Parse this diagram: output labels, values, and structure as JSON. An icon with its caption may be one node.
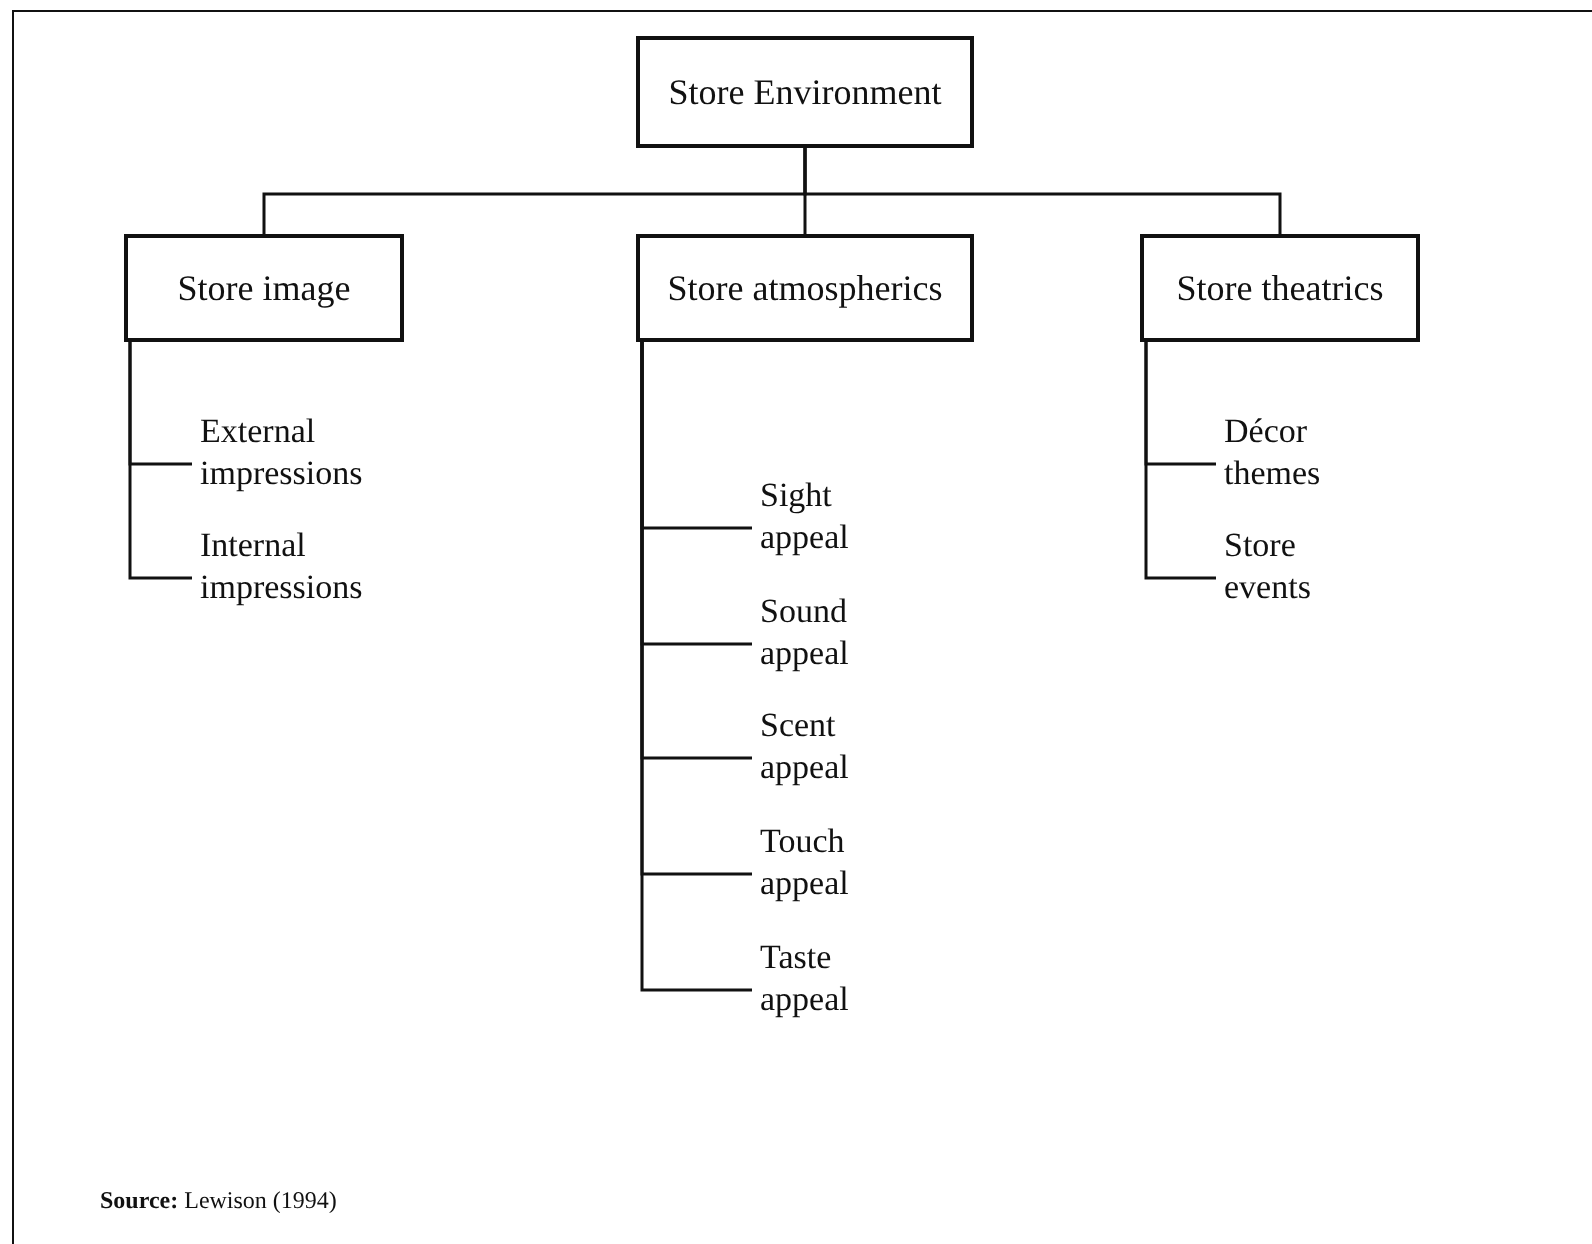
{
  "diagram": {
    "nodes": [
      {
        "text": [
          "Store Environment"
        ]
      },
      {
        "text": [
          "Store image"
        ]
      },
      {
        "text": [
          "Store atmospherics"
        ]
      },
      {
        "text": [
          "Store theatrics"
        ]
      },
      {
        "text": [
          "External impressions"
        ]
      },
      {
        "text": [
          "Internal impressions"
        ]
      },
      {
        "text": [
          "Sight appeal"
        ]
      },
      {
        "text": [
          "Sound appeal"
        ]
      },
      {
        "text": [
          "Scent appeal"
        ]
      },
      {
        "text": [
          "Touch appeal"
        ]
      },
      {
        "text": [
          "Taste appeal"
        ]
      },
      {
        "text": [
          "Décor themes"
        ]
      },
      {
        "text": [
          "Store events"
        ]
      }
    ],
    "edges": [
      {
        "from": 0,
        "to": 1,
        "arrow": "none"
      },
      {
        "from": 0,
        "to": 2,
        "arrow": "none"
      },
      {
        "from": 0,
        "to": 3,
        "arrow": "none"
      },
      {
        "from": 1,
        "to": 4,
        "arrow": "none"
      },
      {
        "from": 1,
        "to": 5,
        "arrow": "none"
      },
      {
        "from": 2,
        "to": 6,
        "arrow": "none"
      },
      {
        "from": 2,
        "to": 7,
        "arrow": "none"
      },
      {
        "from": 2,
        "to": 8,
        "arrow": "none"
      },
      {
        "from": 2,
        "to": 9,
        "arrow": "none"
      },
      {
        "from": 2,
        "to": 10,
        "arrow": "none"
      },
      {
        "from": 3,
        "to": 11,
        "arrow": "none"
      },
      {
        "from": 3,
        "to": 12,
        "arrow": "none"
      }
    ],
    "labels": [
      "**Source:** Lewison (1994)"
    ]
  }
}
